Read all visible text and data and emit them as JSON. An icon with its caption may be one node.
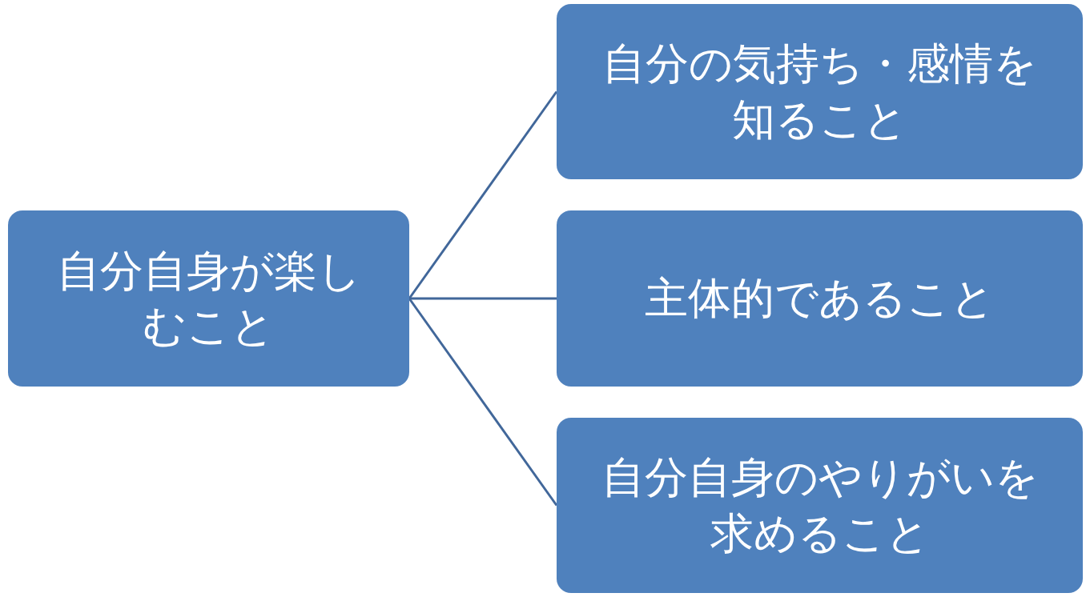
{
  "diagram": {
    "nodes": [
      {
        "text": [
          "自分自身が楽しむこと"
        ]
      },
      {
        "text": [
          "自分の気持ち・感情を知ること"
        ]
      },
      {
        "text": [
          "主体的であること"
        ]
      },
      {
        "text": [
          "自分自身のやりがいを求めること"
        ]
      }
    ],
    "edges": [
      {
        "from": 0,
        "to": 1,
        "arrow": "none"
      },
      {
        "from": 0,
        "to": 2,
        "arrow": "none"
      },
      {
        "from": 0,
        "to": 3,
        "arrow": "none"
      }
    ]
  }
}
